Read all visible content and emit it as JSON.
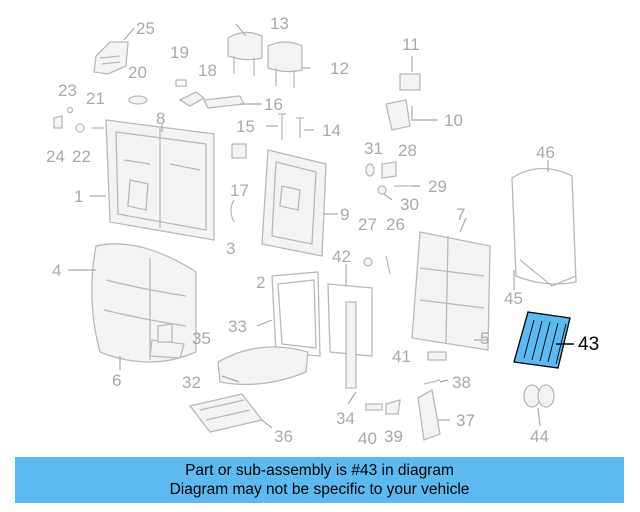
{
  "callouts": [
    "1",
    "2",
    "3",
    "4",
    "5",
    "6",
    "7",
    "8",
    "9",
    "10",
    "11",
    "12",
    "13",
    "14",
    "15",
    "16",
    "17",
    "18",
    "19",
    "20",
    "21",
    "22",
    "23",
    "24",
    "25",
    "26",
    "27",
    "28",
    "29",
    "30",
    "31",
    "32",
    "33",
    "34",
    "35",
    "36",
    "37",
    "38",
    "39",
    "40",
    "41",
    "42",
    "43",
    "44",
    "45",
    "46"
  ],
  "highlighted_part": "43",
  "colors": {
    "callout": "#a9a9a9",
    "part_line": "#b9b9b9",
    "highlight_fill": "#5cbaf0",
    "banner_bg": "#5cbaf0"
  },
  "banner": {
    "line1": "Part or sub-assembly is #43 in diagram",
    "line2": "Diagram may not be specific to your vehicle"
  }
}
